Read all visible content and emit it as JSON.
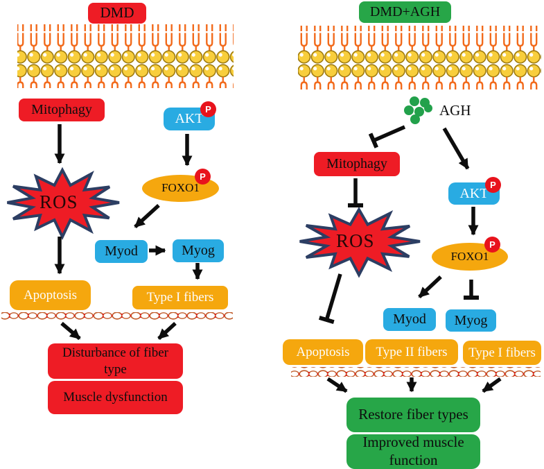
{
  "colors": {
    "red": "#ee1c25",
    "blue": "#29abe2",
    "orange": "#f5a70e",
    "green": "#27a648",
    "star_outline": "#2c3e63",
    "membrane_head": "#f8ce3c",
    "membrane_tail": "#f26a1b",
    "phospho_badge": "#e8131c",
    "arrow_black": "#0d0d0d"
  },
  "left_panel": {
    "title": "DMD",
    "nodes": {
      "mitophagy": "Mitophagy",
      "akt": "AKT",
      "phospho": "P",
      "ros": "ROS",
      "foxo1": "FOXO1",
      "myod": "Myod",
      "myog": "Myog",
      "apoptosis": "Apoptosis",
      "type1_fibers": "Type I fibers",
      "outcome_primary": "Disturbance of fiber type",
      "outcome_secondary": "Muscle dysfunction"
    }
  },
  "right_panel": {
    "title": "DMD+AGH",
    "nodes": {
      "agh": "AGH",
      "mitophagy": "Mitophagy",
      "akt": "AKT",
      "phospho": "P",
      "ros": "ROS",
      "foxo1": "FOXO1",
      "myod": "Myod",
      "myog": "Myog",
      "apoptosis": "Apoptosis",
      "type2_fibers": "Type II fibers",
      "type1_fibers": "Type I fibers",
      "outcome_primary": "Restore fiber types",
      "outcome_secondary": "Improved muscle function"
    }
  }
}
